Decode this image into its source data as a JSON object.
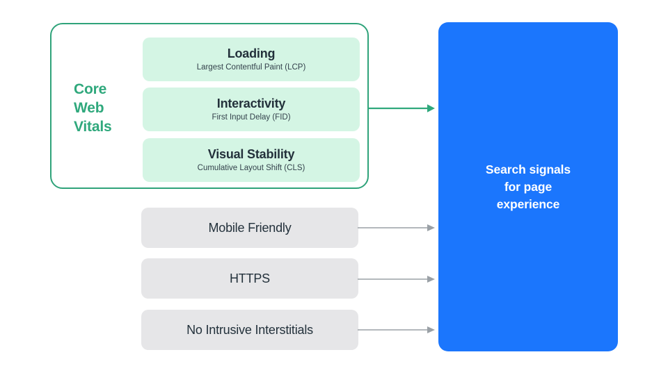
{
  "diagram": {
    "title": "Search signals for page experience",
    "colors": {
      "accent_green": "#2FA87C",
      "green_card_bg": "#D4F5E4",
      "gray_card_bg": "#E6E6E8",
      "blue_panel": "#1B76FD",
      "arrow_gray": "#9AA0A6",
      "text_dark": "#23313B"
    }
  },
  "core_web_vitals": {
    "group_label": "Core\nWeb\nVitals",
    "group_label_lines": [
      "Core",
      "Web",
      "Vitals"
    ],
    "metrics": [
      {
        "title": "Loading",
        "subtitle": "Largest Contentful Paint (LCP)"
      },
      {
        "title": "Interactivity",
        "subtitle": "First Input Delay (FID)"
      },
      {
        "title": "Visual Stability",
        "subtitle": "Cumulative Layout Shift (CLS)"
      }
    ]
  },
  "other_signals": [
    {
      "label": "Mobile Friendly"
    },
    {
      "label": "HTTPS"
    },
    {
      "label": "No Intrusive Interstitials"
    }
  ],
  "destination": {
    "text": "Search signals\nfor page\nexperience",
    "text_lines": [
      "Search signals",
      "for page",
      "experience"
    ]
  },
  "arrows": [
    {
      "name": "core-web-vitals-to-search-signals",
      "color": "#2FA87C"
    },
    {
      "name": "mobile-friendly-to-search-signals",
      "color": "#9AA0A6"
    },
    {
      "name": "https-to-search-signals",
      "color": "#9AA0A6"
    },
    {
      "name": "no-intrusive-interstitials-to-search-signals",
      "color": "#9AA0A6"
    }
  ]
}
